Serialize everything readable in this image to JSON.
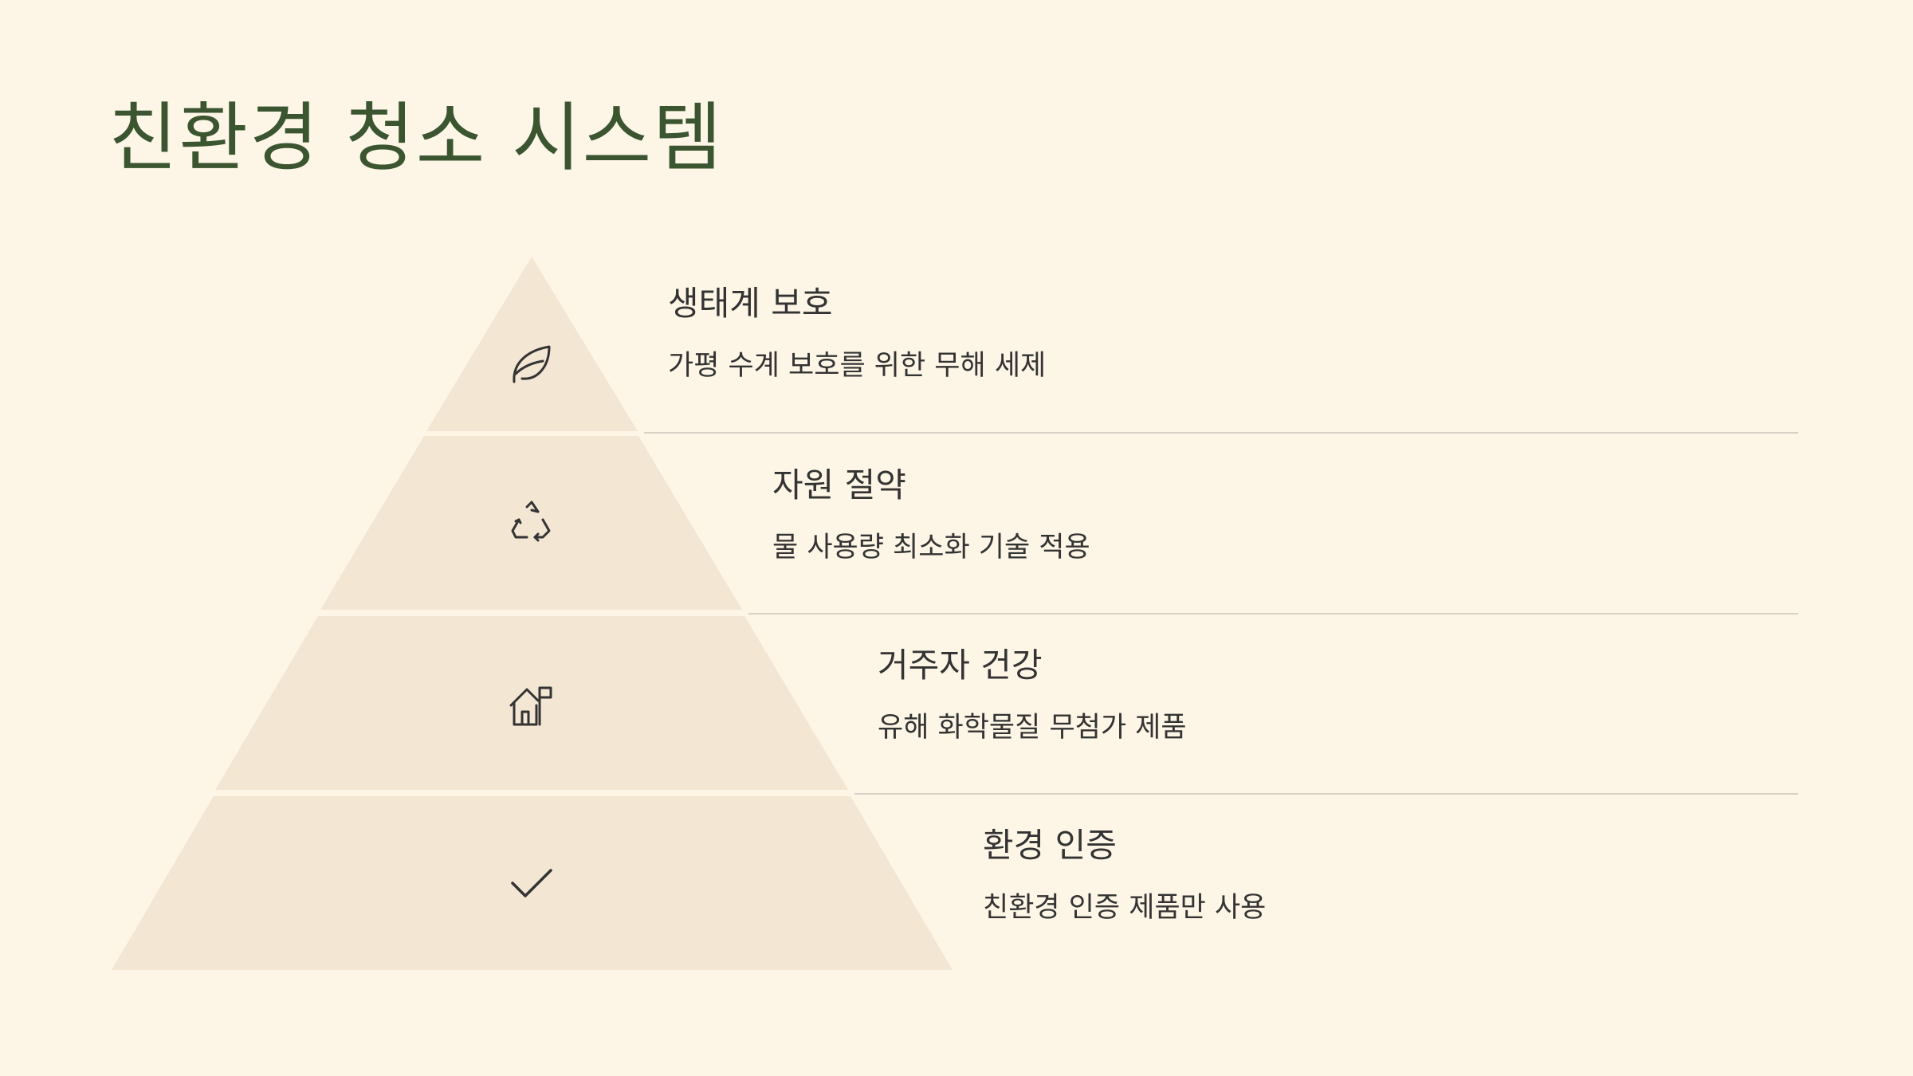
{
  "title": "친환경 청소 시스템",
  "levels": [
    {
      "title": "생태계 보호",
      "description": "가평 수계 보호를 위한 무해 세제",
      "icon": "leaf-icon"
    },
    {
      "title": "자원 절약",
      "description": "물 사용량 최소화 기술 적용",
      "icon": "recycle-icon"
    },
    {
      "title": "거주자 건강",
      "description": "유해 화학물질 무첨가 제품",
      "icon": "house-icon"
    },
    {
      "title": "환경 인증",
      "description": "친환경 인증 제품만 사용",
      "icon": "checkmark-icon"
    }
  ],
  "colors": {
    "background": "#fdf5e6",
    "pyramid_fill": "#f3e6d3",
    "title": "#3a5530",
    "text": "#333333",
    "divider": "#d8d1c5"
  }
}
